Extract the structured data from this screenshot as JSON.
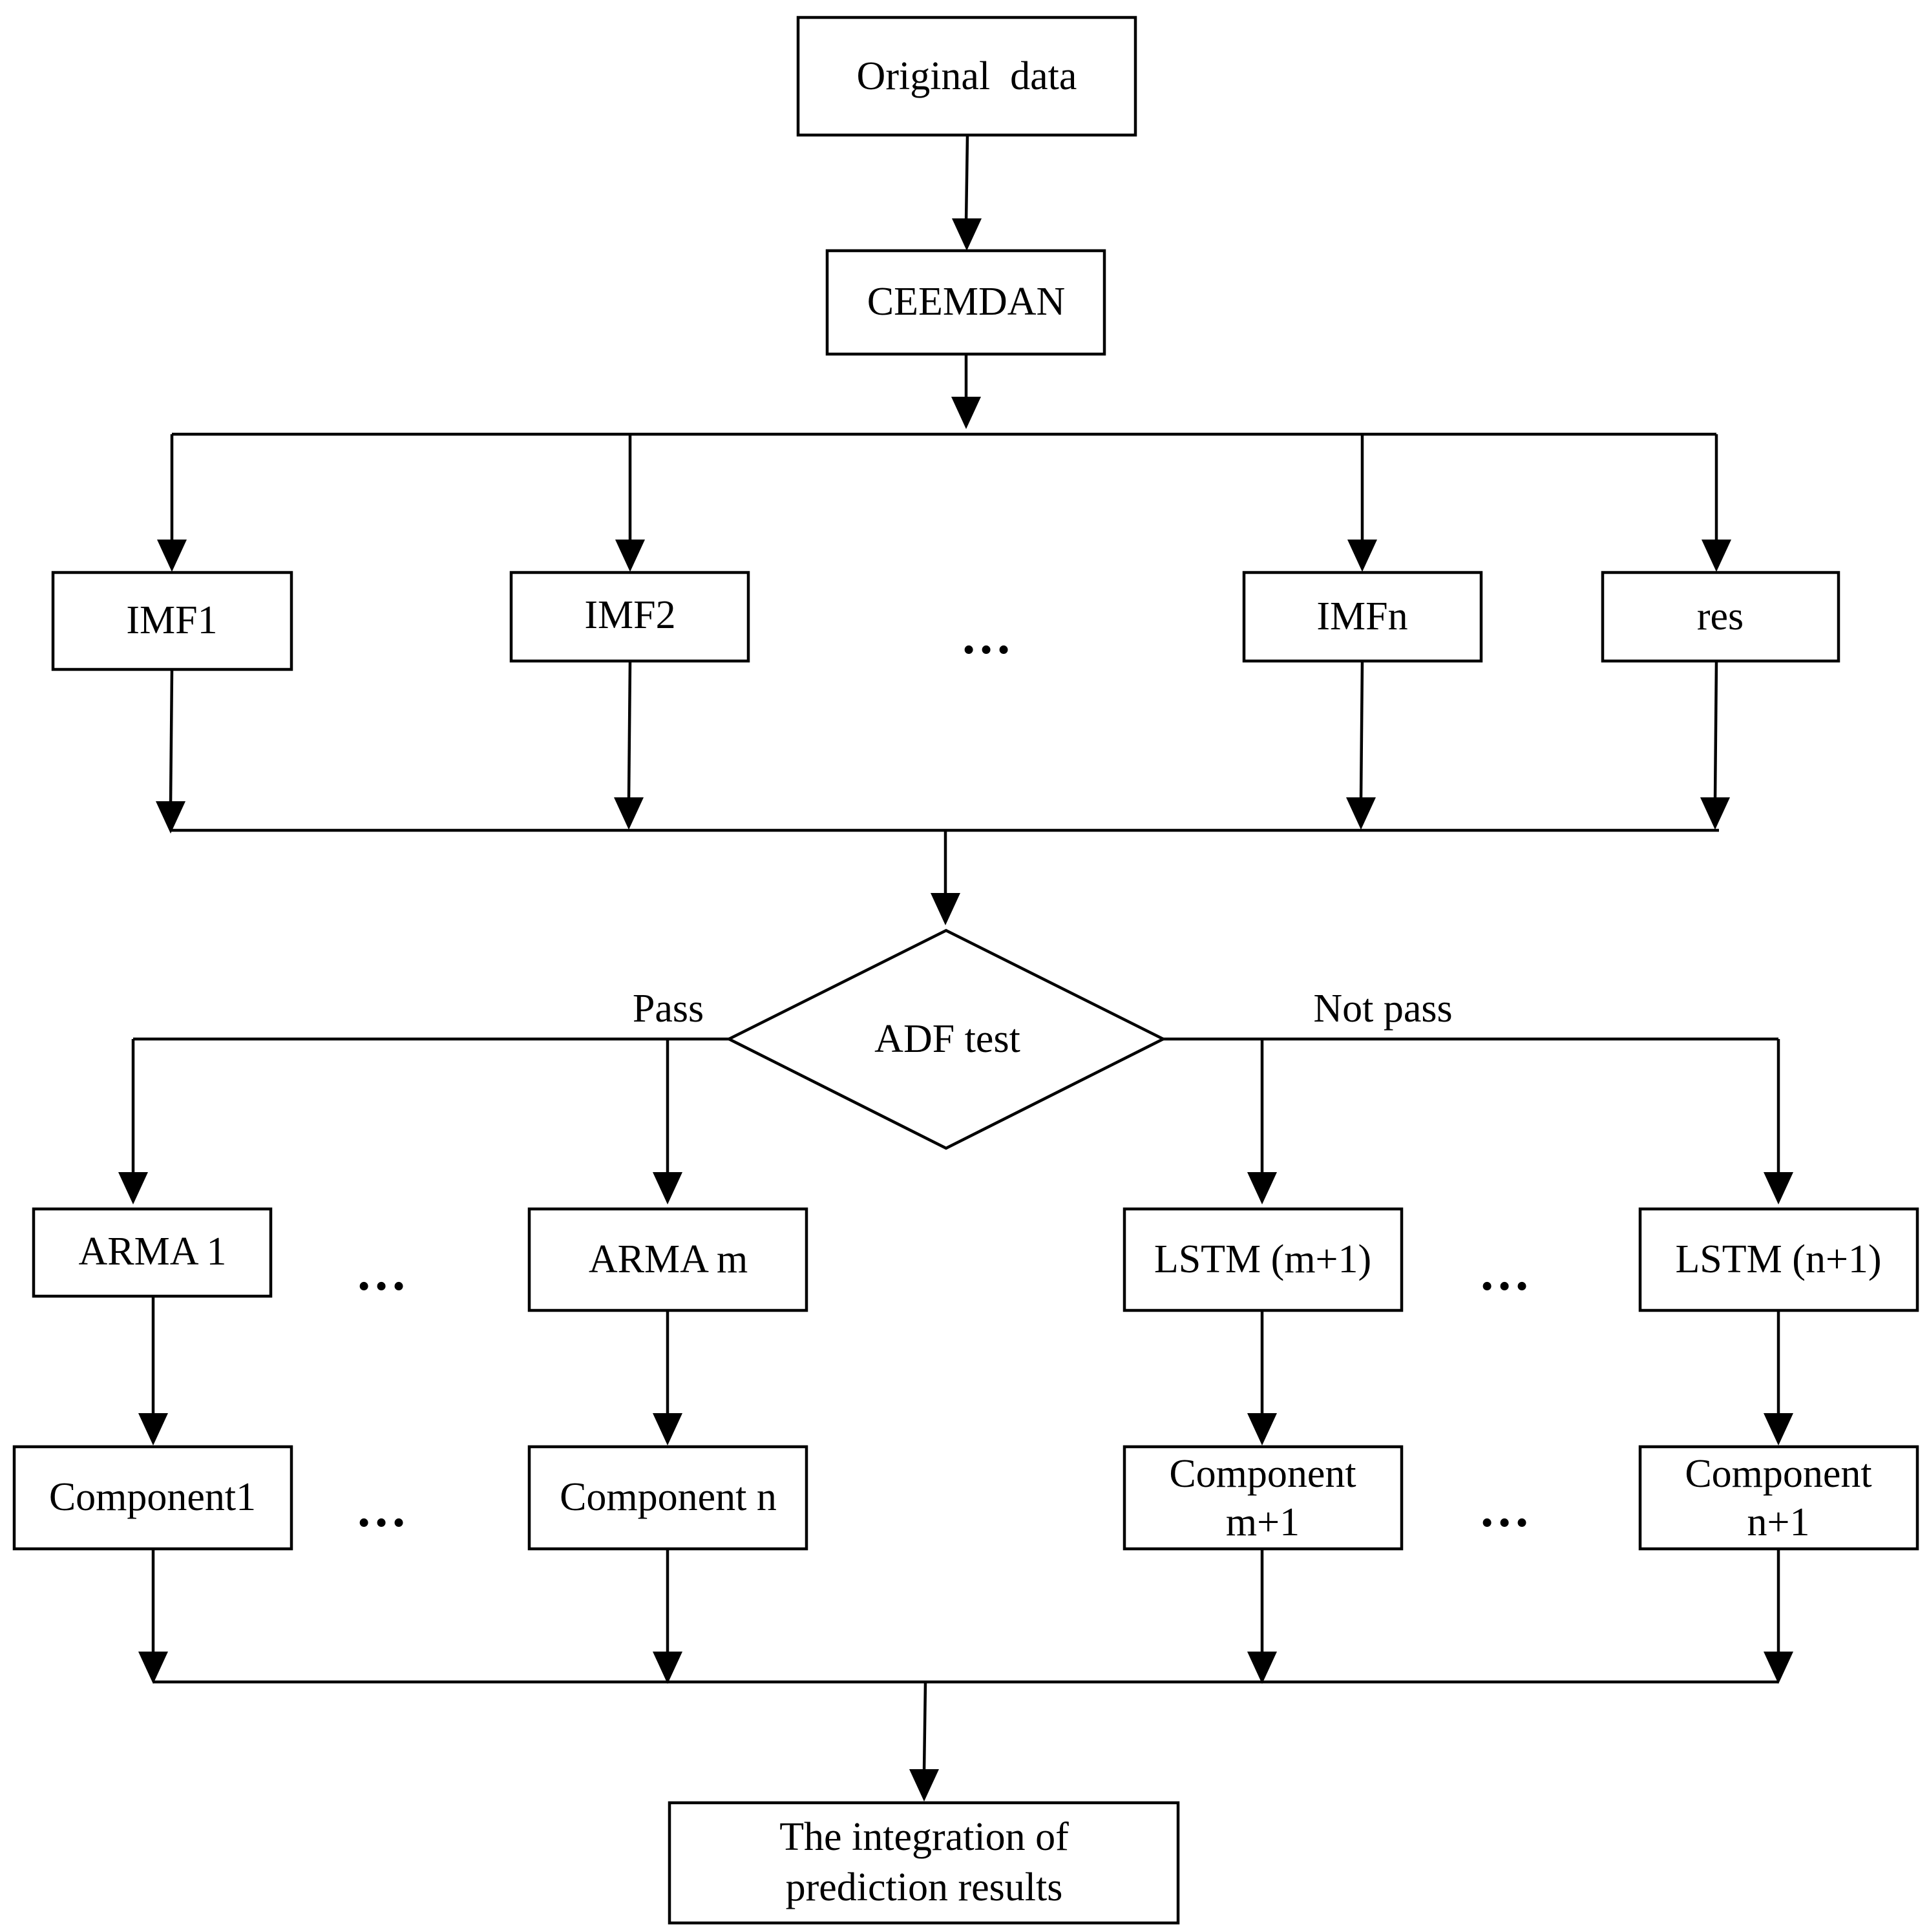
{
  "nodes": {
    "original_data": "Original  data",
    "ceemdan": "CEEMDAN",
    "imf1": "IMF1",
    "imf2": "IMF2",
    "imfn": "IMFn",
    "res": "res",
    "adf_test": "ADF test",
    "arma1": "ARMA 1",
    "arma_m": "ARMA m",
    "lstm_m1": "LSTM (m+1)",
    "lstm_n1": "LSTM (n+1)",
    "component1": "Component1",
    "component_n": "Component n",
    "component_m1_line1": "Component",
    "component_m1_line2": "m+1",
    "component_n1_line1": "Component",
    "component_n1_line2": "n+1",
    "integration_line1": "The integration of",
    "integration_line2": "prediction results"
  },
  "branch_labels": {
    "pass": "Pass",
    "not_pass": "Not pass"
  },
  "ellipsis": "…"
}
